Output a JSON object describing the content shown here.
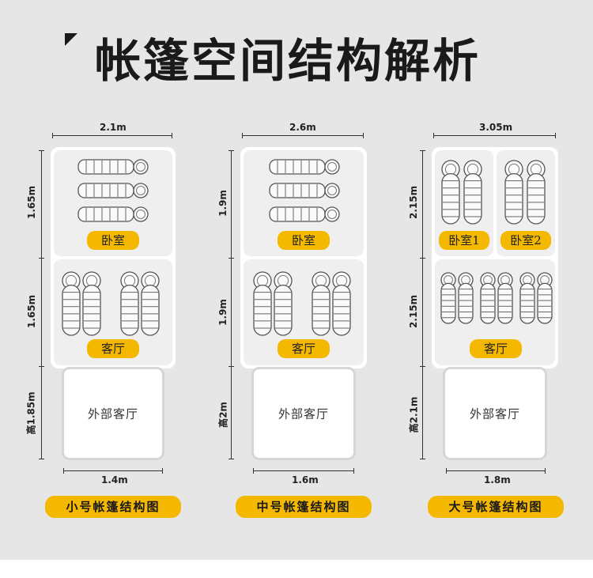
{
  "title": "帐篷空间结构解析",
  "colors": {
    "accent": "#f5b800",
    "background": "#e6e6e6",
    "panel": "#ffffff",
    "room": "#efefef"
  },
  "tents": [
    {
      "caption": "小号帐篷结构图",
      "top_width": "2.1m",
      "bedroom_height": "1.65m",
      "living_height": "1.65m",
      "outdoor_height": "高1.85m",
      "outdoor_width": "1.4m",
      "bedrooms": [
        "卧室"
      ],
      "living_label": "客厅",
      "outdoor_label": "外部客厅"
    },
    {
      "caption": "中号帐篷结构图",
      "top_width": "2.6m",
      "bedroom_height": "1.9m",
      "living_height": "1.9m",
      "outdoor_height": "高2m",
      "outdoor_width": "1.6m",
      "bedrooms": [
        "卧室"
      ],
      "living_label": "客厅",
      "outdoor_label": "外部客厅"
    },
    {
      "caption": "大号帐篷结构图",
      "top_width": "3.05m",
      "bedroom_height": "2.15m",
      "living_height": "2.15m",
      "outdoor_height": "高2.1m",
      "outdoor_width": "1.8m",
      "bedrooms": [
        "卧室1",
        "卧室2"
      ],
      "living_label": "客厅",
      "outdoor_label": "外部客厅"
    }
  ]
}
